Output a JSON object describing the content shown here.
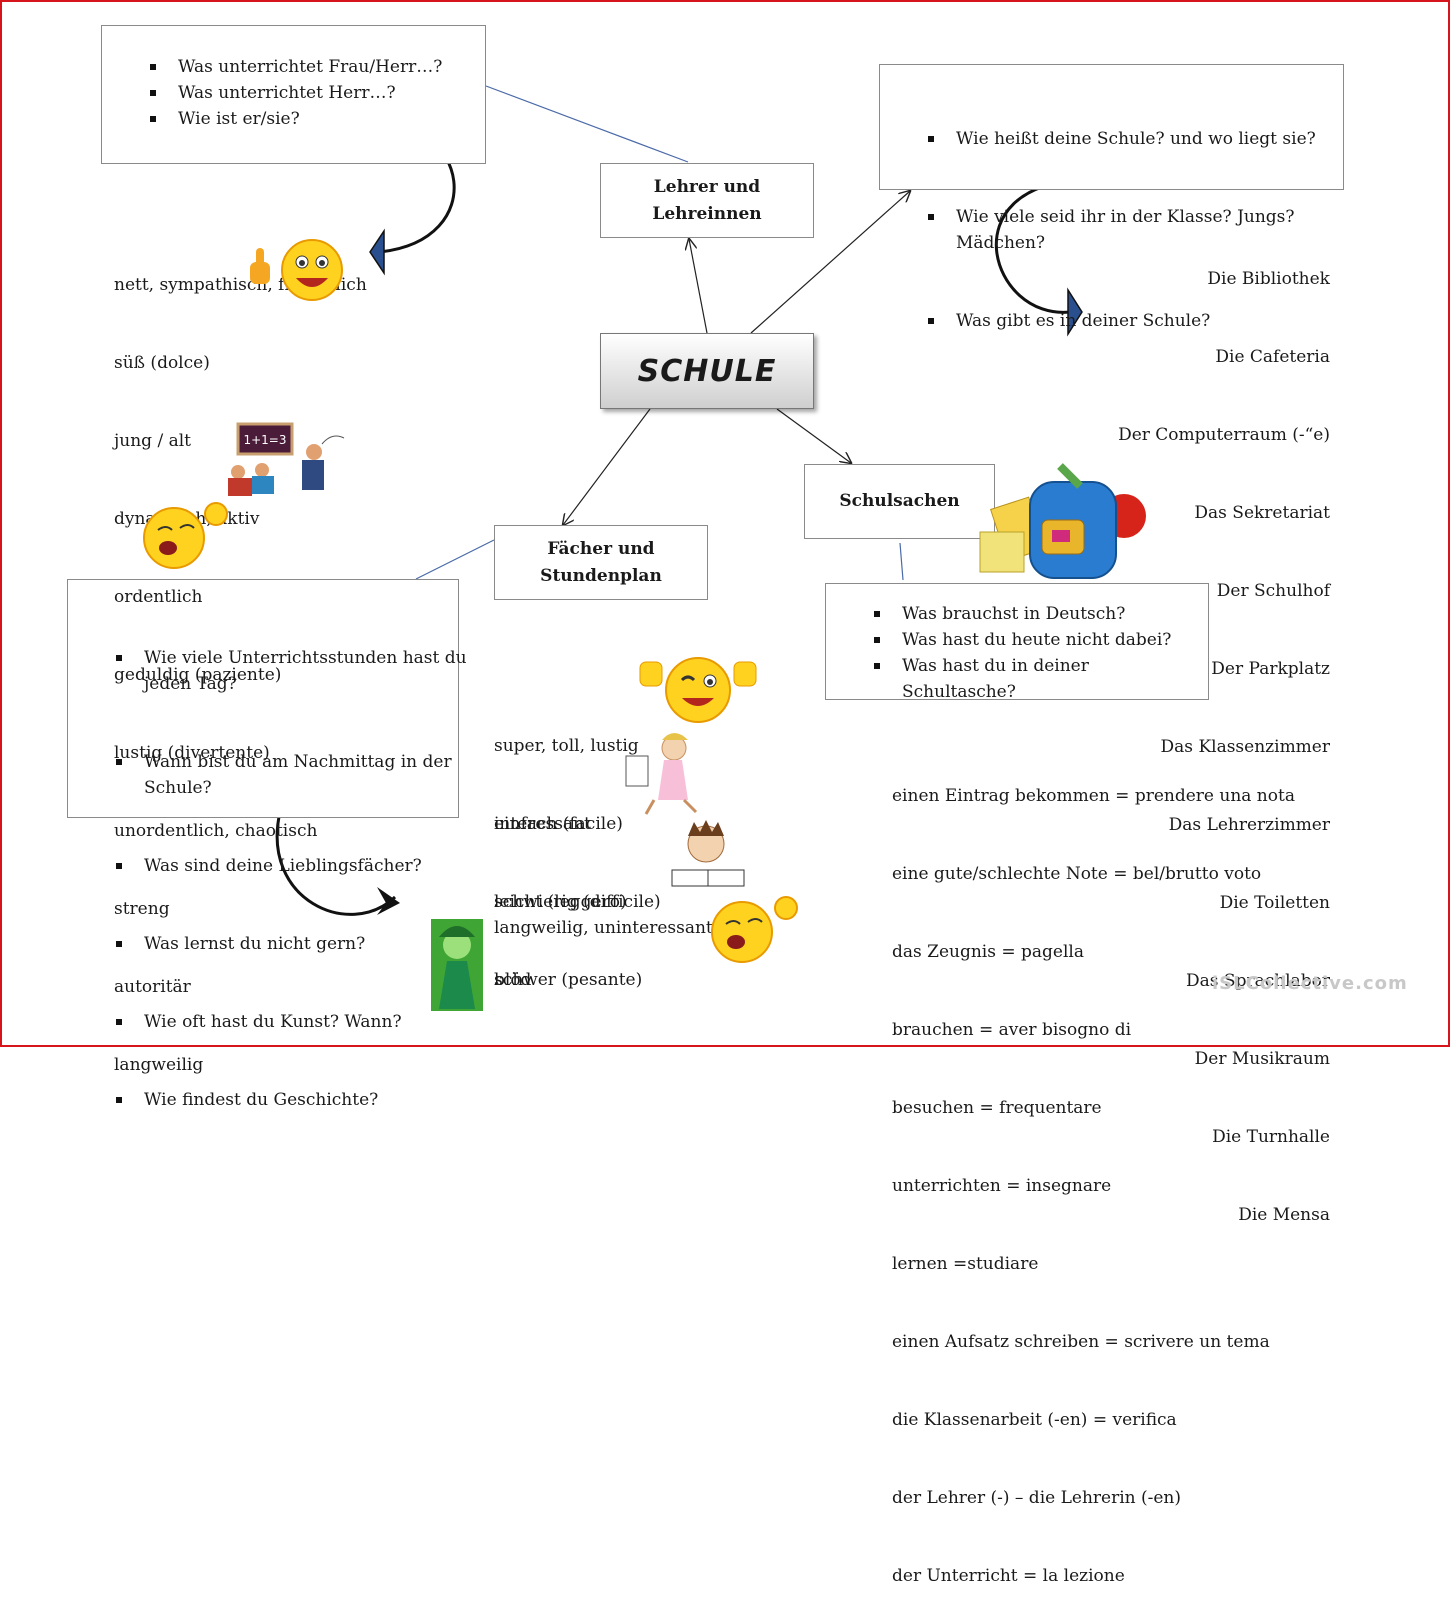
{
  "center": "SCHULE",
  "nodes": {
    "teachers": "Lehrer und\nLehreinnen",
    "school": "",
    "subjects": "Fächer und\nStundenplan",
    "supplies": "Schulsachen"
  },
  "boxes": {
    "teachers_questions": [
      "Was unterrichtet Frau/Herr…?",
      "Was unterrichtet Herr…?",
      "Wie ist er/sie?"
    ],
    "school_questions": [
      "Wie heißt deine Schule? und wo liegt sie?",
      "Wie viele seid ihr in der Klasse? Jungs?\nMädchen?",
      "Was gibt es in deiner Schule?"
    ],
    "subjects_questions": [
      "Wie viele Unterrichtsstunden hast du\njeden Tag?",
      "Wann bist du am Nachmittag in der\nSchule?",
      "Was sind deine Lieblingsfächer?",
      "Was lernst du nicht gern?",
      "Wie oft hast du Kunst? Wann?",
      "Wie findest du Geschichte?"
    ],
    "supplies_questions": [
      "Was brauchst in Deutsch?",
      "Was hast du heute nicht dabei?",
      "Was hast du in deiner Schultasche?"
    ]
  },
  "adjectives": [
    "nett, sympathisch, freundlich",
    "süß (dolce)",
    "jung / alt",
    "dynamisch, aktiv",
    "ordentlich",
    "geduldig (paziente)",
    "lustig (divertente)",
    "unordentlich, chaotisch",
    "streng",
    "autoritär",
    "langweilig"
  ],
  "rooms": [
    "Die Bibliothek",
    "Die Cafeteria",
    "Der Computerraum (-“e)",
    "Das Sekretariat",
    "Der Schulhof",
    "Der Parkplatz",
    "Das Klassenzimmer",
    "Das Lehrerzimmer",
    "Die Toiletten",
    "Das Sprachlabor",
    "Der Musikraum",
    "Die Turnhalle",
    "Die Mensa"
  ],
  "ratings": {
    "positive": [
      "super, toll, lustig",
      "interessant"
    ],
    "easy": [
      "einfach (facile)",
      "leicht (leggero)"
    ],
    "hard": [
      "schwierig (difficile)",
      "schwer (pesante)"
    ],
    "boring": "langweilig, uninteressant",
    "stupid": "blöd"
  },
  "vocab": [
    "einen Eintrag bekommen = prendere una nota",
    "eine gute/schlechte Note = bel/brutto voto",
    "das Zeugnis = pagella",
    "brauchen = aver bisogno di",
    "besuchen = frequentare",
    "unterrichten = insegnare",
    "lernen =studiare",
    "einen Aufsatz schreiben = scrivere un tema",
    "die Klassenarbeit (-en) = verifica",
    "der Lehrer (-) – die Lehrerin (-en)",
    "der Unterricht = la lezione"
  ],
  "watermark": "iSLCollective.com",
  "colors": {
    "frame": "#d6141b",
    "arrow_head": "#2a4f8f",
    "connector": "#4a6aa8"
  }
}
